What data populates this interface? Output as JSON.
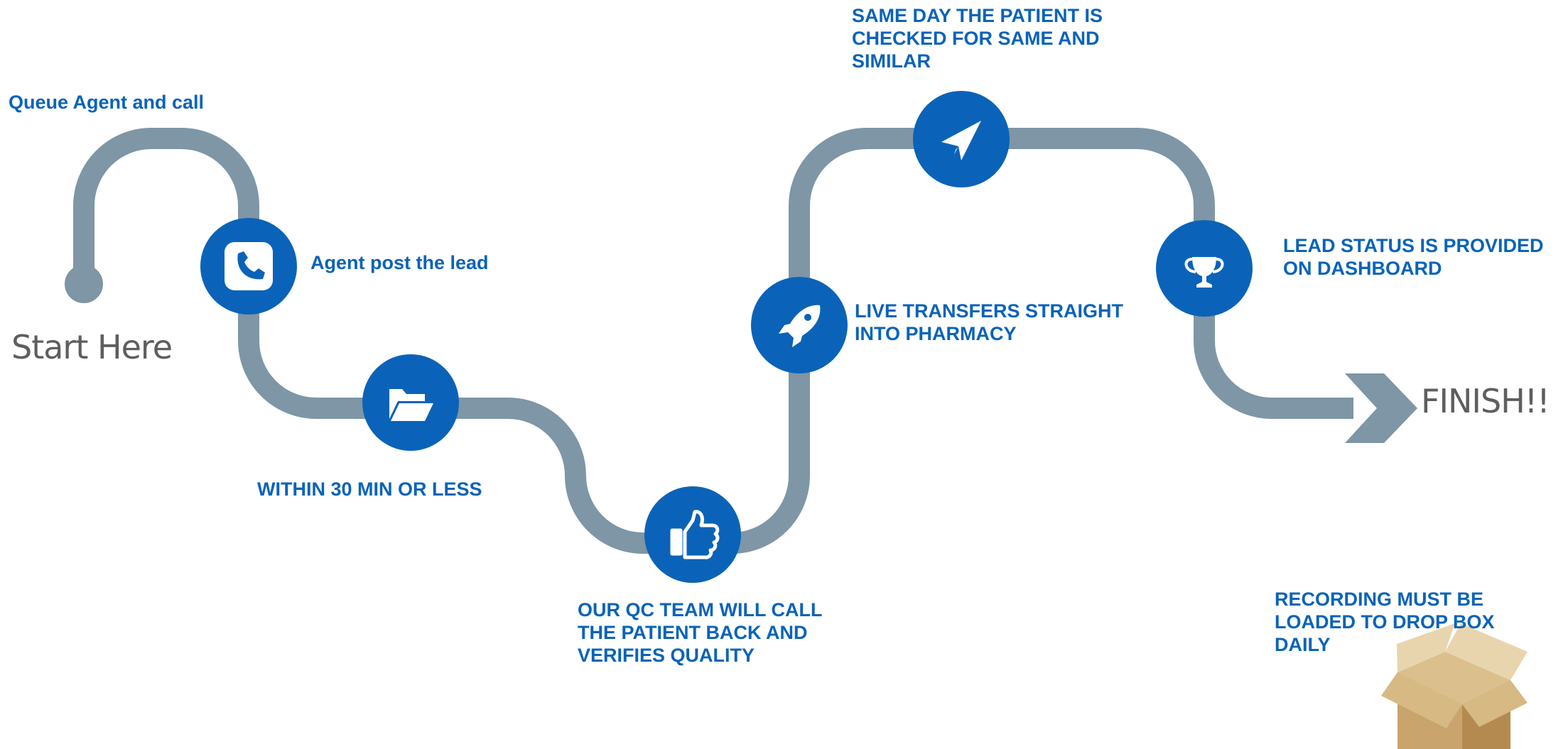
{
  "colors": {
    "path": "#7e96a6",
    "node": "#0a63b8",
    "label": "#0a63b8",
    "terminal_text": "#5e5e5e",
    "icon": "#ffffff"
  },
  "start_label": "Start Here",
  "finish_label": "FINISH!!",
  "steps": [
    {
      "icon": "phone-icon",
      "caption": "Agent post the lead"
    },
    {
      "icon": "folder-open-icon",
      "caption": "WITHIN 30 MIN OR LESS"
    },
    {
      "icon": "thumbs-up-icon",
      "caption": "OUR QC TEAM WILL CALL\nTHE PATIENT BACK AND\nVERIFIES QUALITY"
    },
    {
      "icon": "rocket-icon",
      "caption": "LIVE TRANSFERS STRAIGHT\nINTO PHARMACY"
    },
    {
      "icon": "paper-plane-icon",
      "caption": "SAME DAY THE PATIENT IS\nCHECKED FOR SAME AND\nSIMILAR"
    },
    {
      "icon": "trophy-icon",
      "caption": "LEAD STATUS IS PROVIDED\nON DASHBOARD"
    }
  ],
  "intro_caption": "Queue Agent and call",
  "note": {
    "icon": "cardboard-box-icon",
    "caption": "RECORDING MUST BE\nLOADED TO DROP BOX\nDAILY"
  }
}
